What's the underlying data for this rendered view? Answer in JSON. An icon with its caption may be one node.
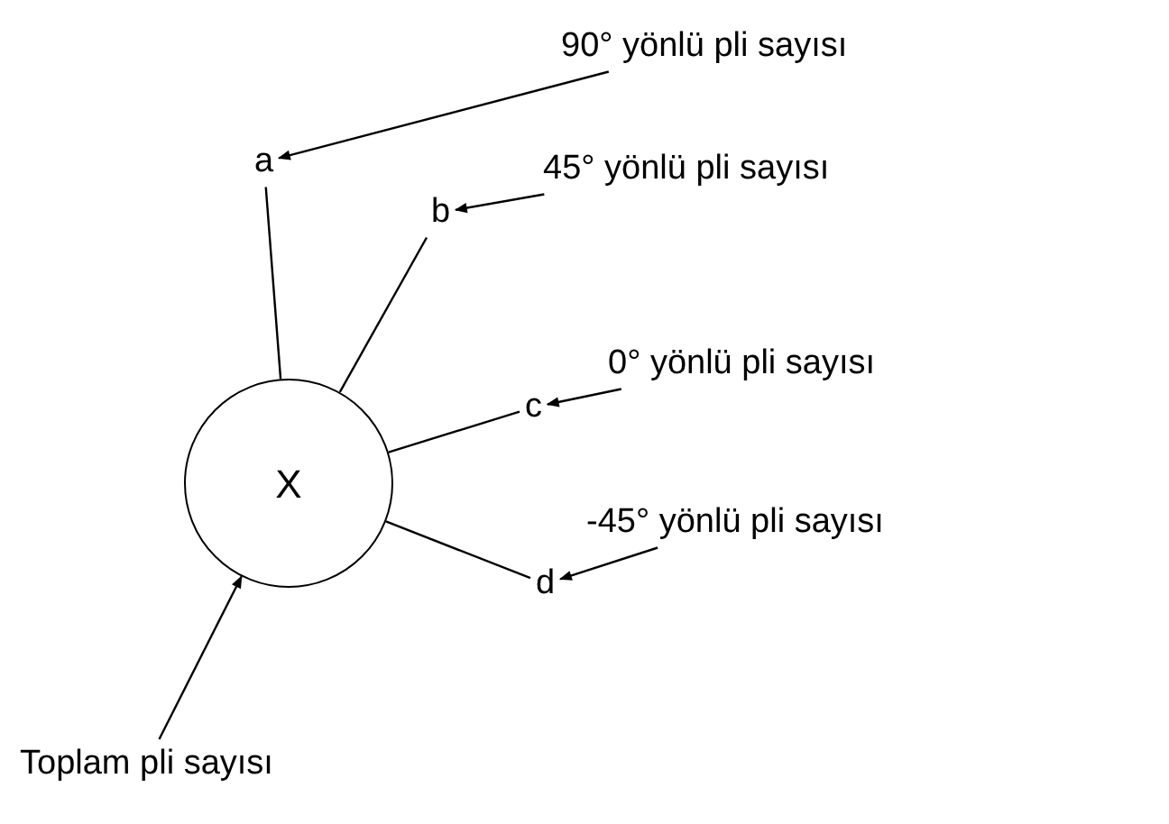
{
  "diagram": {
    "nodes": [
      {
        "text": [
          "X"
        ]
      },
      {
        "text": [
          "a"
        ]
      },
      {
        "text": [
          "b"
        ]
      },
      {
        "text": [
          "c"
        ]
      },
      {
        "text": [
          "d"
        ]
      },
      {
        "text": [
          "90° yönlü pli sayısı"
        ]
      },
      {
        "text": [
          "45° yönlü pli sayısı"
        ]
      },
      {
        "text": [
          "0° yönlü pli sayısı"
        ]
      },
      {
        "text": [
          "-45° yönlü pli sayısı"
        ]
      },
      {
        "text": [
          "Toplam pli sayısı"
        ]
      }
    ],
    "edges": [
      {
        "from": 0,
        "to": 1,
        "arrow": "none"
      },
      {
        "from": 0,
        "to": 2,
        "arrow": "none"
      },
      {
        "from": 0,
        "to": 3,
        "arrow": "none"
      },
      {
        "from": 0,
        "to": 4,
        "arrow": "none"
      },
      {
        "from": 5,
        "to": 1,
        "arrow": "to"
      },
      {
        "from": 6,
        "to": 2,
        "arrow": "to"
      },
      {
        "from": 7,
        "to": 3,
        "arrow": "to"
      },
      {
        "from": 8,
        "to": 4,
        "arrow": "to"
      },
      {
        "from": 9,
        "to": 0,
        "arrow": "to"
      }
    ]
  }
}
